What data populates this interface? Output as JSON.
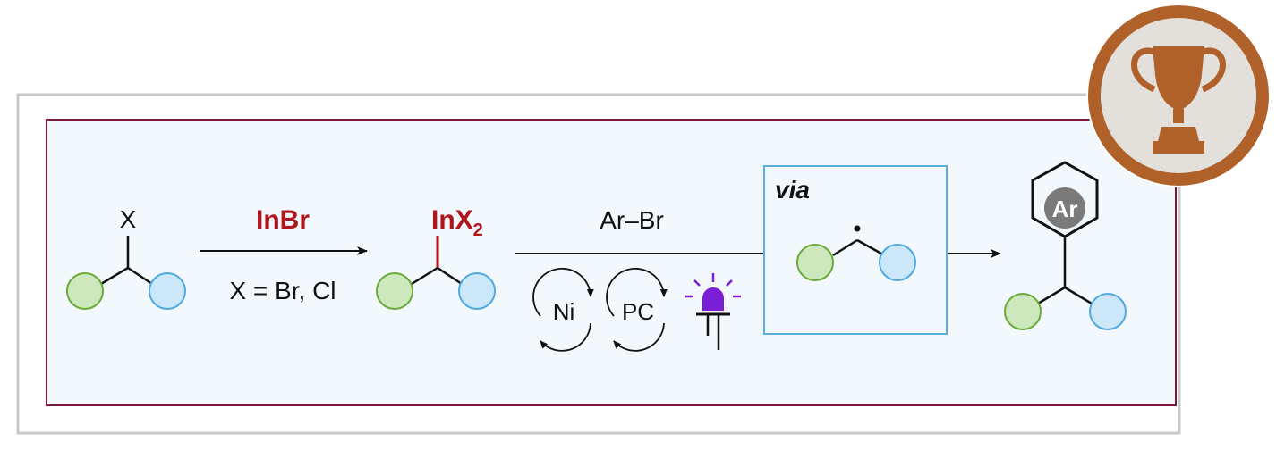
{
  "reactant": {
    "leaving_group": "X"
  },
  "step1": {
    "reagent": "InBr",
    "condition": "X = Br, Cl"
  },
  "intermediate": {
    "label_main": "InX",
    "label_sub": "2"
  },
  "step2": {
    "reagent": "Ar–Br",
    "catalyst_ni": "Ni",
    "catalyst_pc": "PC"
  },
  "via_box": {
    "label": "via"
  },
  "product": {
    "ring_label": "Ar"
  },
  "colors": {
    "green_fill": "#cde8bc",
    "green_stroke": "#6aaa3a",
    "blue_fill": "#cbe7f9",
    "blue_stroke": "#4fa9de",
    "accent_red": "#b0141d",
    "frame_maroon": "#7a1a3c",
    "panel_bg": "#f3f8fc",
    "outer_frame": "#c8c8c8",
    "via_border": "#5aaee0",
    "led_purple": "#7a1fd6",
    "trophy_bronze": "#b0612a",
    "ar_gray": "#7a7a7a"
  },
  "icons": [
    "trophy-icon",
    "led-light-icon",
    "catalytic-cycle-icon"
  ]
}
